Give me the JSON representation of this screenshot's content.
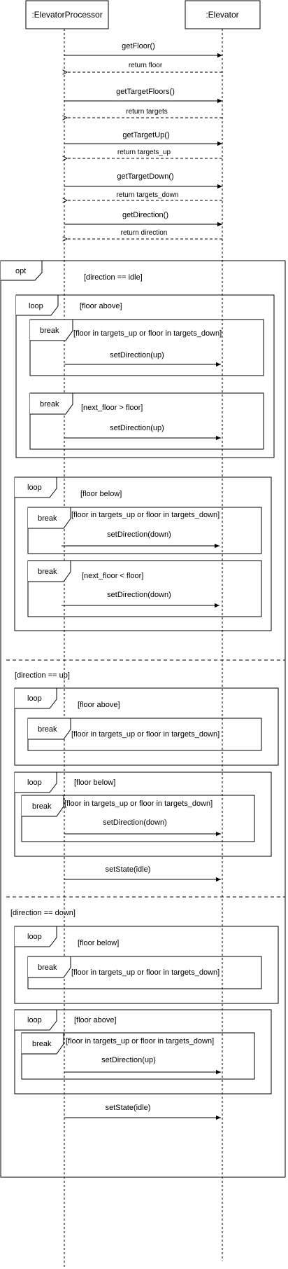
{
  "participants": {
    "processor": ":ElevatorProcessor",
    "elevator": ":Elevator"
  },
  "messages": [
    {
      "id": "get-floor",
      "label": "getFloor()",
      "kind": "call"
    },
    {
      "id": "return-floor",
      "label": "return floor",
      "kind": "return"
    },
    {
      "id": "get-target-floors",
      "label": "getTargetFloors()",
      "kind": "call"
    },
    {
      "id": "return-targets",
      "label": "return targets",
      "kind": "return"
    },
    {
      "id": "get-target-up",
      "label": "getTargetUp()",
      "kind": "call"
    },
    {
      "id": "return-targets-up",
      "label": "return targets_up",
      "kind": "return"
    },
    {
      "id": "get-target-down",
      "label": "getTargetDown()",
      "kind": "call"
    },
    {
      "id": "return-targets-down",
      "label": "return targets_down",
      "kind": "return"
    },
    {
      "id": "get-direction",
      "label": "getDirection()",
      "kind": "call"
    },
    {
      "id": "return-direction",
      "label": "return direction",
      "kind": "return"
    }
  ],
  "fragments": {
    "opt": {
      "kind": "opt",
      "guard_idle": "[direction == idle]",
      "guard_up": "[direction == up]",
      "guard_down": "[direction == down]"
    },
    "idle_loop_above": {
      "kind": "loop",
      "guard": "[floor above]",
      "break1": {
        "kind": "break",
        "guard": "[floor in targets_up or floor in targets_down]",
        "message": "setDirection(up)"
      },
      "break2": {
        "kind": "break",
        "guard": "[next_floor > floor]",
        "message": "setDirection(up)"
      }
    },
    "idle_loop_below": {
      "kind": "loop",
      "guard": "[floor below]",
      "break1": {
        "kind": "break",
        "guard": "[floor in targets_up or floor in targets_down]",
        "message": "setDirection(down)"
      },
      "break2": {
        "kind": "break",
        "guard": "[next_floor < floor]",
        "message": "setDirection(down)"
      }
    },
    "up_loop_above": {
      "kind": "loop",
      "guard": "[floor above]",
      "break1": {
        "kind": "break",
        "guard": "[floor in targets_up or floor in targets_down]"
      }
    },
    "up_loop_below": {
      "kind": "loop",
      "guard": "[floor below]",
      "break1": {
        "kind": "break",
        "guard": "[floor in targets_up or floor in targets_down]",
        "message": "setDirection(down)"
      }
    },
    "up_set_state": "setState(idle)",
    "down_loop_below": {
      "kind": "loop",
      "guard": "[floor below]",
      "break1": {
        "kind": "break",
        "guard": "[floor in targets_up or floor in targets_down]"
      }
    },
    "down_loop_above": {
      "kind": "loop",
      "guard": "[floor above]",
      "break1": {
        "kind": "break",
        "guard": "[floor in targets_up or floor in targets_down]",
        "message": "setDirection(up)"
      }
    },
    "down_set_state": "setState(idle)"
  },
  "colors": {
    "stroke": "#000000",
    "background": "#ffffff"
  }
}
